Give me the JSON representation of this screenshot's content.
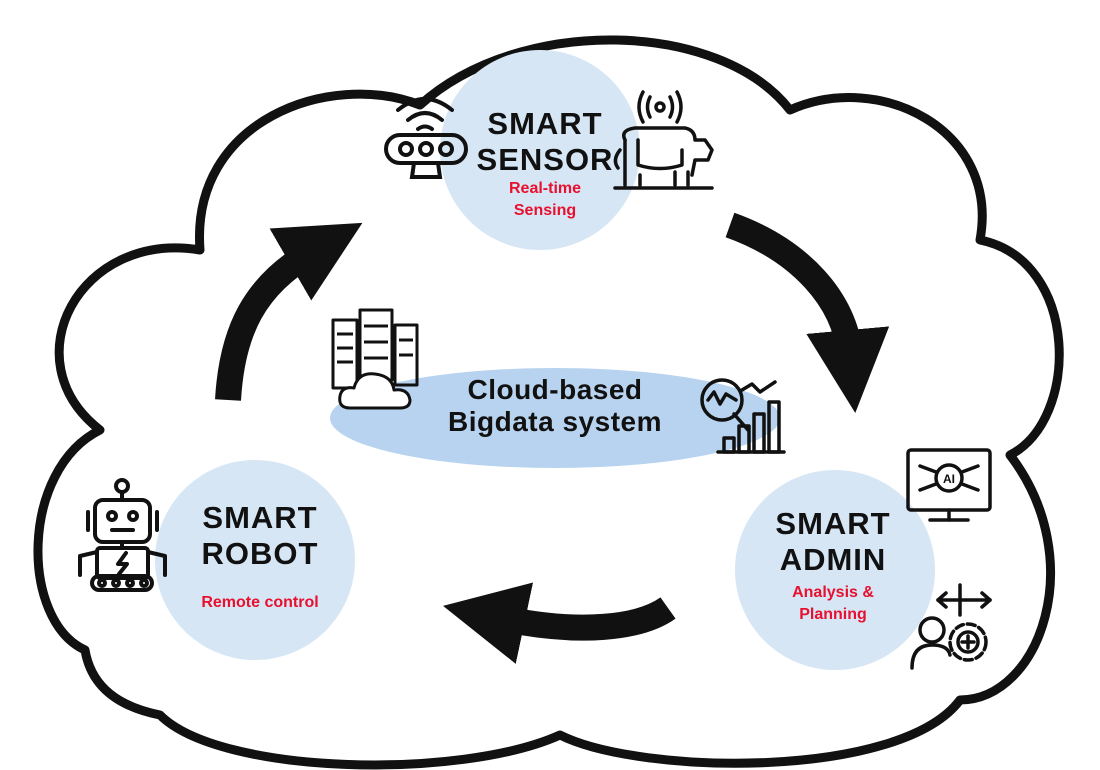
{
  "colors": {
    "node_fill": "#d6e6f5",
    "center_fill": "#b8d3ef",
    "accent_text": "#e8102e",
    "outline": "#111111",
    "background": "#ffffff"
  },
  "center": {
    "line1": "Cloud-based",
    "line2": "Bigdata system",
    "icons": [
      "server-cloud-icon",
      "analytics-chart-icon"
    ]
  },
  "nodes": {
    "sensor": {
      "title_line1": "SMART",
      "title_line2": "SENSOR",
      "sub_line1": "Real-time",
      "sub_line2": "Sensing",
      "icons": [
        "wifi-sensor-icon",
        "cow-sensor-icon"
      ]
    },
    "admin": {
      "title_line1": "SMART",
      "title_line2": "ADMIN",
      "sub_line1": "Analysis &",
      "sub_line2": "Planning",
      "icons": [
        "ai-monitor-icon",
        "manager-gear-icon"
      ]
    },
    "robot": {
      "title_line1": "SMART",
      "title_line2": "ROBOT",
      "sub_line1": "Remote control",
      "icons": [
        "robot-icon"
      ]
    }
  },
  "flow": [
    {
      "from": "robot",
      "to": "sensor"
    },
    {
      "from": "sensor",
      "to": "admin"
    },
    {
      "from": "admin",
      "to": "robot"
    }
  ]
}
